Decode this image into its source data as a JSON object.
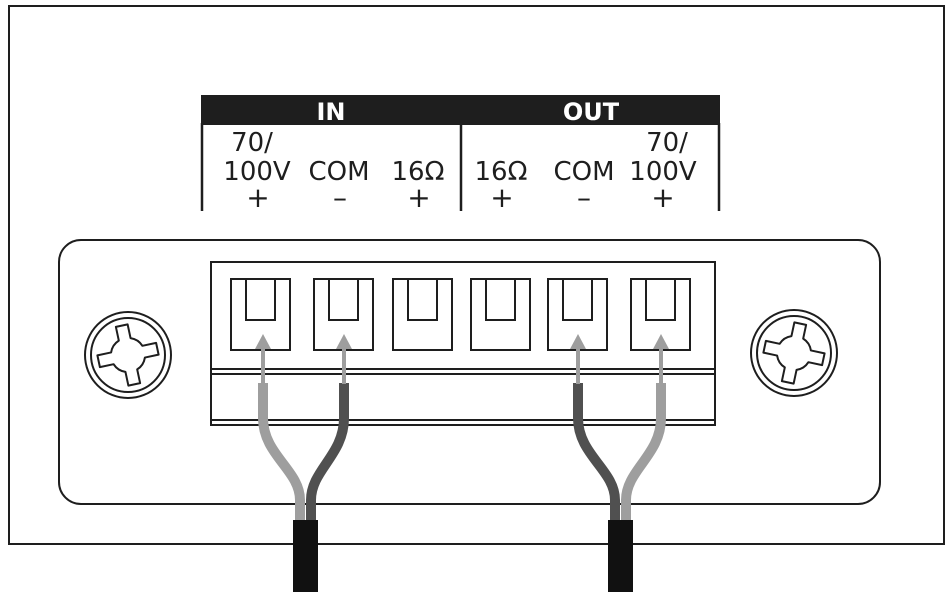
{
  "header": {
    "in_label": "IN",
    "out_label": "OUT"
  },
  "in_terminals": [
    {
      "line1": "70/",
      "line2": "100V",
      "sign": "+"
    },
    {
      "line1": "",
      "line2": "COM",
      "sign": "–"
    },
    {
      "line1": "",
      "line2": "16Ω",
      "sign": "+"
    }
  ],
  "out_terminals": [
    {
      "line1": "",
      "line2": "16Ω",
      "sign": "+"
    },
    {
      "line1": "",
      "line2": "COM",
      "sign": "–"
    },
    {
      "line1": "70/",
      "line2": "100V",
      "sign": "+"
    }
  ],
  "colors": {
    "outline": "#1e1e1e",
    "header_bar": "#1e1e1e",
    "wire_light": "#9e9e9e",
    "wire_dark": "#505050",
    "cable_jacket": "#111111"
  },
  "icons": {
    "mounting_screw": "screw-head-icon",
    "wire_arrow": "arrow-up-icon"
  }
}
